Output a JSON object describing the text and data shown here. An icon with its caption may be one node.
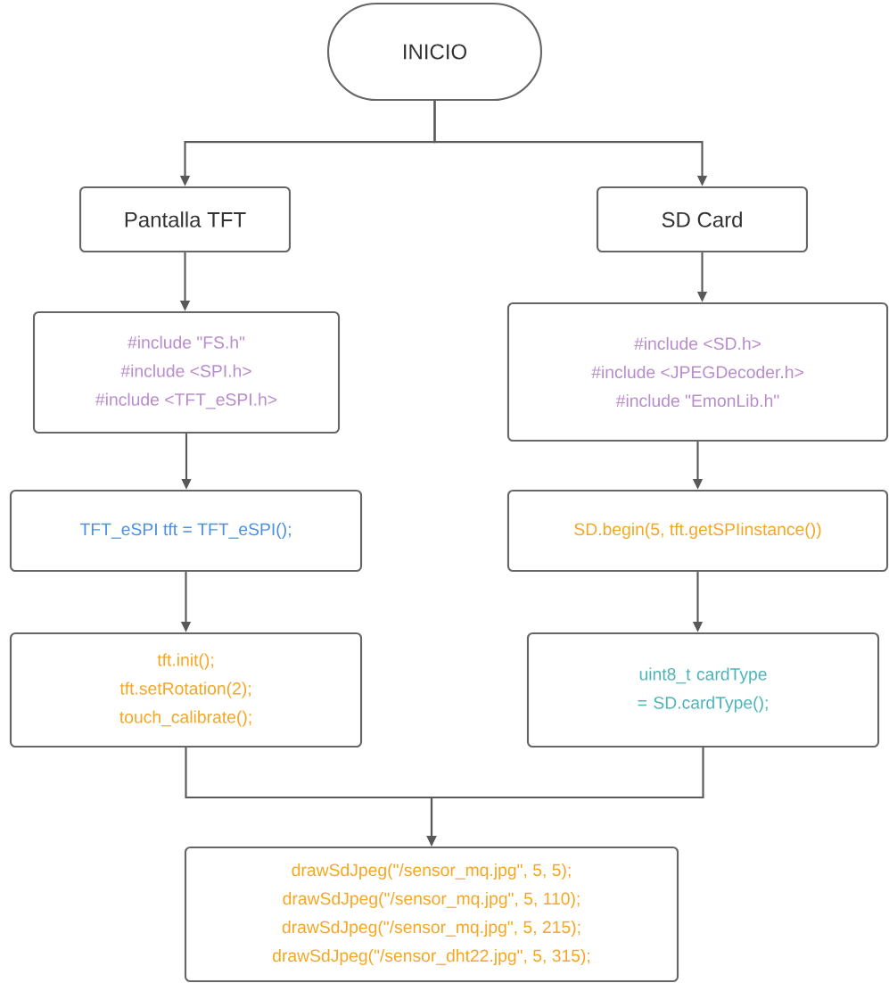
{
  "diagram": {
    "nodes": [
      {
        "text": [
          "INICIO"
        ]
      },
      {
        "text": [
          "Pantalla TFT"
        ]
      },
      {
        "text": [
          "SD Card"
        ]
      },
      {
        "text": [
          "#include \"FS.h\"",
          "#include <SPI.h>",
          "#include <TFT_eSPI.h>"
        ]
      },
      {
        "text": [
          "#include <SD.h>",
          "#include <JPEGDecoder.h>",
          "#include \"EmonLib.h\""
        ]
      },
      {
        "text": [
          "TFT_eSPI tft = TFT_eSPI();"
        ]
      },
      {
        "text": [
          "SD.begin(5, tft.getSPIinstance())"
        ]
      },
      {
        "text": [
          "tft.init();",
          "tft.setRotation(2);",
          "touch_calibrate();"
        ]
      },
      {
        "text": [
          "uint8_t cardType = SD.cardType();"
        ]
      },
      {
        "text": [
          "drawSdJpeg(\"/sensor_mq.jpg\", 5, 5);",
          "drawSdJpeg(\"/sensor_mq.jpg\", 5, 110);",
          "drawSdJpeg(\"/sensor_mq.jpg\", 5, 215);",
          "drawSdJpeg(\"/sensor_dht22.jpg\", 5, 315);"
        ]
      }
    ],
    "edges": [
      {
        "from": 0,
        "to": 1,
        "arrow": "to"
      },
      {
        "from": 0,
        "to": 2,
        "arrow": "to"
      },
      {
        "from": 1,
        "to": 3,
        "arrow": "to"
      },
      {
        "from": 3,
        "to": 5,
        "arrow": "to"
      },
      {
        "from": 5,
        "to": 7,
        "arrow": "to"
      },
      {
        "from": 2,
        "to": 4,
        "arrow": "to"
      },
      {
        "from": 4,
        "to": 6,
        "arrow": "to"
      },
      {
        "from": 6,
        "to": 8,
        "arrow": "to"
      },
      {
        "from": 7,
        "to": 9,
        "arrow": "to"
      },
      {
        "from": 8,
        "to": 9,
        "arrow": "to"
      }
    ]
  }
}
